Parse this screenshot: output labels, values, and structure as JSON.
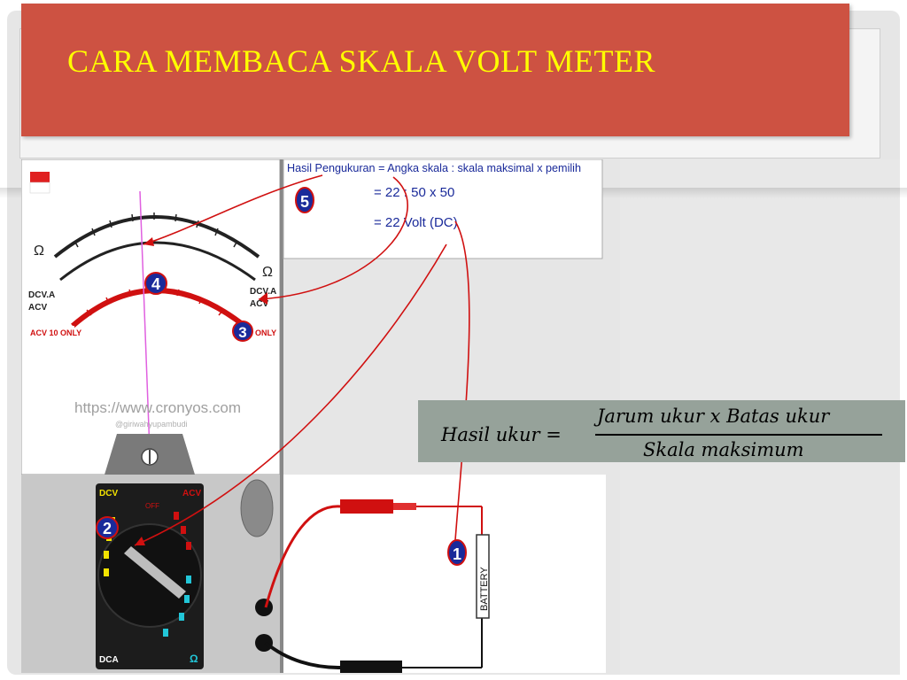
{
  "slide": {
    "title": "CARA MEMBACA SKALA VOLT METER"
  },
  "formula": {
    "lhs": "Hasil ukur =",
    "numerator": "Jarum ukur x Batas ukur",
    "denominator": "Skala maksimum"
  },
  "figure": {
    "calc": {
      "line1": "Hasil Pengukuran = Angka skala : skala maksimal x pemilih",
      "line2": "= 22 : 50 x 50",
      "line3": "= 22 Volt (DC)"
    },
    "markers": [
      "1",
      "2",
      "3",
      "4",
      "5"
    ],
    "scale_labels": {
      "ohm_left": "Ω",
      "ohm_right": "Ω",
      "dcva_left": "DCV.A",
      "acv_left": "ACV",
      "dcva_right": "DCV.A",
      "acv_right": "ACV",
      "acv10": "ACV 10 ONLY",
      "only": "ONLY"
    },
    "watermark": "https://www.cronyos.com",
    "watermark_sub": "@giriwahyupambudi",
    "dial": {
      "dcv": "DCV",
      "acv": "ACV",
      "dca": "DCA",
      "ohm": "Ω",
      "off": "OFF"
    },
    "battery": "BATTERY",
    "colors": {
      "red": "#d01010",
      "blue": "#1a2a9a",
      "dark": "#222222",
      "yellow": "#f2e200",
      "cyan": "#22c6d8"
    }
  }
}
